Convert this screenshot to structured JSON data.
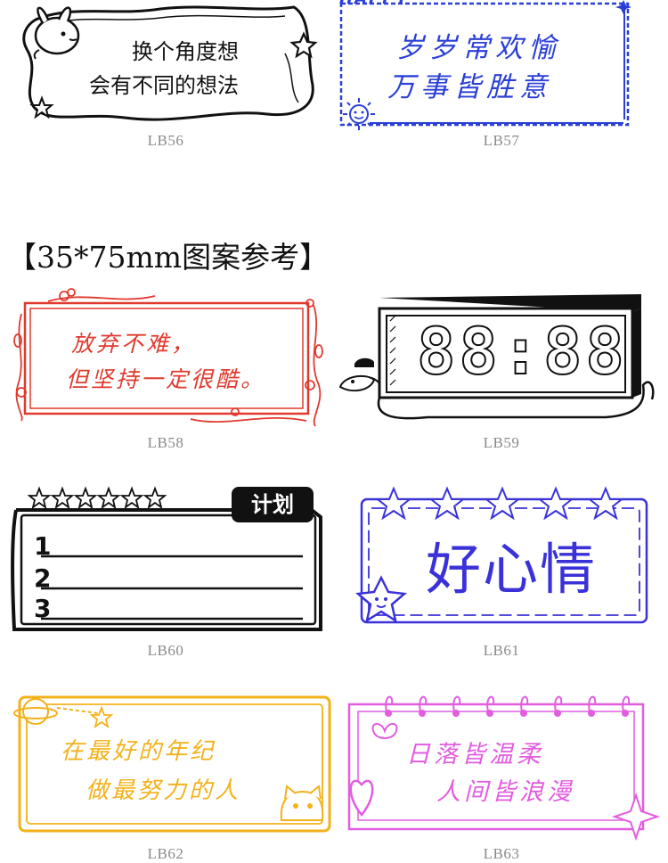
{
  "section_title": "【35*75mm图案参考】",
  "colors": {
    "black": "#111111",
    "blue_ink": "#2a3fd6",
    "red_ink": "#e03a2e",
    "indigo_ink": "#3a32d8",
    "yellow_ink": "#f2b21c",
    "pink_ink": "#e25de0",
    "code_gray": "#8a8a8a"
  },
  "stamps": {
    "lb56": {
      "code": "LB56",
      "line1": "换个角度想",
      "line2": "会有不同的想法",
      "icons": [
        "bunny-icon",
        "star-icon"
      ]
    },
    "lb57": {
      "code": "LB57",
      "header": "HAPPY",
      "line1": "岁岁常欢愉",
      "line2": "万事皆胜意",
      "icons": [
        "sun-icon"
      ]
    },
    "lb58": {
      "code": "LB58",
      "line1": "放弃不难，",
      "line2": "但坚持一定很酷。",
      "icons": [
        "flower-vine-icon"
      ]
    },
    "lb59": {
      "code": "LB59",
      "clock": "88:88",
      "icons": [
        "digital-clock-icon",
        "dachshund-dog-icon"
      ]
    },
    "lb60": {
      "code": "LB60",
      "tag": "计划",
      "rows": [
        "1",
        "2",
        "3"
      ],
      "stars_total": 6,
      "icons": [
        "star-outline-icon"
      ]
    },
    "lb61": {
      "code": "LB61",
      "text": "好心情",
      "icons": [
        "star-outline-icon",
        "smiling-star-icon"
      ]
    },
    "lb62": {
      "code": "LB62",
      "line1": "在最好的年纪",
      "line2": "做最努力的人",
      "icons": [
        "planet-icon",
        "cat-icon"
      ]
    },
    "lb63": {
      "code": "LB63",
      "line1": "日落皆温柔",
      "line2": "人间皆浪漫",
      "icons": [
        "notebook-ring-icon",
        "heart-icon",
        "sparkle-icon",
        "bow-icon"
      ]
    }
  }
}
